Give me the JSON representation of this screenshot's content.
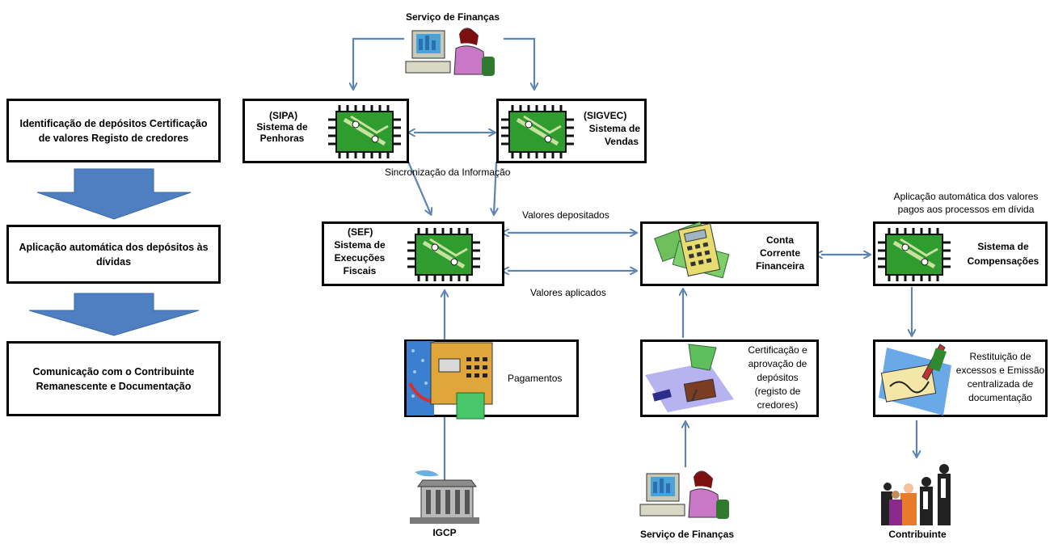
{
  "colors": {
    "arrow": "#5b84b1",
    "chip_green": "#2e9c2e",
    "flow_arrow": "#4e7fc0"
  },
  "left": {
    "step1": "Identificação de depósitos  Certificação de valores  Registo de credores",
    "step2": "Aplicação automática dos depósitos às dívidas",
    "step3": "Comunicação com o Contribuinte Remanescente e Documentação"
  },
  "top_actor": "Serviço de Finanças",
  "sipa": {
    "code": "(SIPA)",
    "line1": "Sistema de",
    "line2": "Penhoras"
  },
  "sigvec": {
    "code": "(SIGVEC)",
    "line1": "Sistema de",
    "line2": "Vendas"
  },
  "sync_label": "Sincronização da Informação",
  "sef": {
    "code": "(SEF)",
    "line1": "Sistema de",
    "line2": "Execuções",
    "line3": "Fiscais"
  },
  "deposited_label": "Valores depositados",
  "applied_label": "Valores aplicados",
  "conta": {
    "line1": "Conta",
    "line2": "Corrente",
    "line3": "Financeira"
  },
  "compensacoes_caption": {
    "line1": "Aplicação automática dos valores",
    "line2": "pagos aos processos em dívida"
  },
  "compensacoes": {
    "line1": "Sistema de",
    "line2": "Compensações"
  },
  "pagamentos": "Pagamentos",
  "certificacao": {
    "line1": "Certificação e",
    "line2": "aprovação de",
    "line3": "depósitos",
    "line4": "(registo de",
    "line5": "credores)"
  },
  "restituicao": {
    "line1": "Restituição de",
    "line2": "excessos e Emissão",
    "line3": "centralizada de",
    "line4": "documentação"
  },
  "bottom": {
    "igcp": "IGCP",
    "servico": "Serviço de Finanças",
    "contribuinte": "Contribuinte"
  }
}
